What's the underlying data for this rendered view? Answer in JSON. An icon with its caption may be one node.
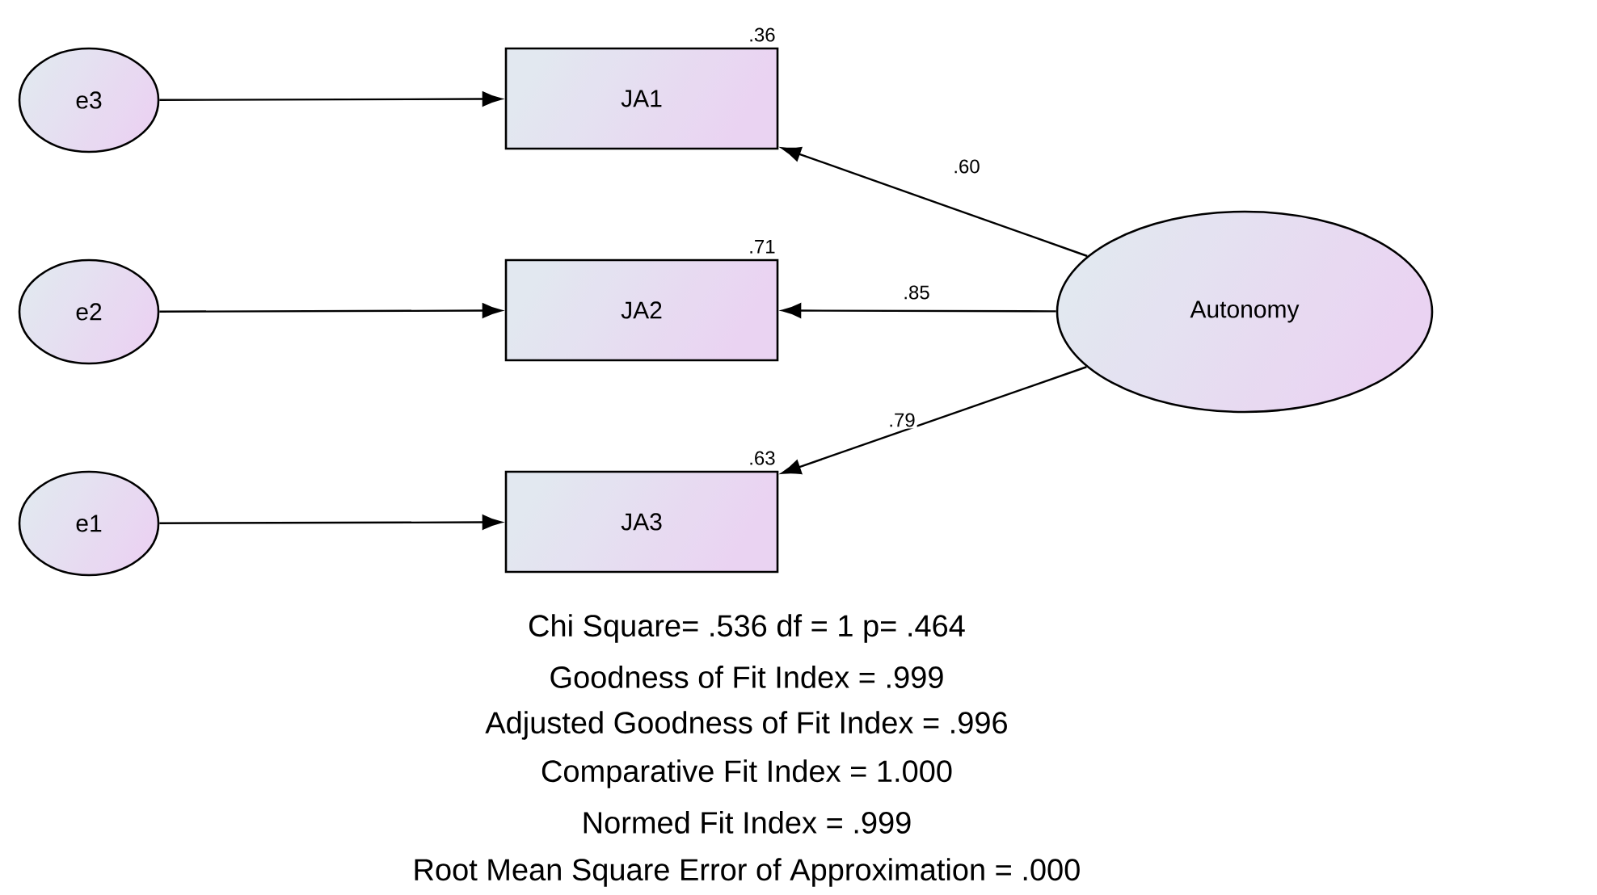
{
  "diagram": {
    "nodes": [
      {
        "text": [
          "e3"
        ]
      },
      {
        "text": [
          "JA1"
        ],
        "beside": [
          ".36"
        ]
      },
      {
        "text": [
          "e2"
        ]
      },
      {
        "text": [
          "JA2"
        ],
        "beside": [
          ".71"
        ]
      },
      {
        "text": [
          "e1"
        ]
      },
      {
        "text": [
          "JA3"
        ],
        "beside": [
          ".63"
        ]
      },
      {
        "text": [
          "Autonomy"
        ]
      }
    ],
    "edges": [
      {
        "from": 0,
        "to": 1,
        "arrow": "to"
      },
      {
        "from": 6,
        "to": 1,
        "arrow": "to",
        "label": ".60"
      },
      {
        "from": 2,
        "to": 3,
        "arrow": "to"
      },
      {
        "from": 6,
        "to": 3,
        "arrow": "to",
        "label": ".85"
      },
      {
        "from": 4,
        "to": 5,
        "arrow": "to"
      },
      {
        "from": 6,
        "to": 5,
        "arrow": "to",
        "label": ".79"
      }
    ],
    "labels": [
      "Chi Square= .536 df = 1 p= .464",
      "Goodness of Fit Index = .999",
      "Adjusted Goodness of Fit Index = .996",
      "Comparative Fit Index = 1.000",
      "Normed Fit Index = .999",
      "Root Mean Square Error of Approximation = .000"
    ]
  }
}
